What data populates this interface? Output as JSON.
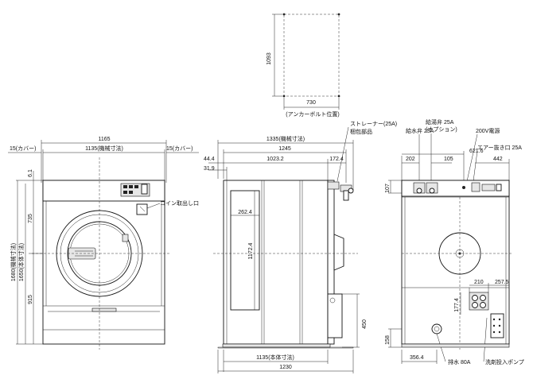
{
  "anchor": {
    "width": "730",
    "depth": "1093",
    "caption": "(アンカーボルト位置)"
  },
  "front": {
    "overall_width": "1165",
    "machine_width": "1135(機械寸法)",
    "cover_left": "15(カバー)",
    "cover_right": "15(カバー)",
    "top_gap": "6.1",
    "door_center": "735",
    "lower_height": "915",
    "body_height": "1650(本体寸法)",
    "machine_height": "1680(機械寸法)",
    "coin_label": "コイン取出し口"
  },
  "side": {
    "overall_depth": "1335(機械寸法)",
    "depth_1245": "1245",
    "depth_1023": "1023.2",
    "depth_172": "172.4",
    "depth_44": "44.4",
    "depth_31": "31.9",
    "panel_262": "262.4",
    "panel_1172": "1172.4",
    "height_450": "450",
    "body_width": "1135(本体寸法)",
    "base_width": "1230",
    "strainer_label": "ストレーナー(25A)",
    "packing_label": "梱包部品"
  },
  "rear": {
    "hot_water_label": "給湯弁 25A",
    "hot_water_option": "(オプション)",
    "cold_water_label": "給水弁 25A",
    "power_label": "200V電源",
    "air_label": "エアー抜き口 25A",
    "dim_621": "621.6",
    "dim_202": "202",
    "dim_105": "105",
    "dim_442": "442",
    "dim_107": "107",
    "dim_210": "210",
    "dim_257": "257.5",
    "dim_177": "177.4",
    "dim_158": "158",
    "dim_356": "356.4",
    "drain_label": "排水 80A",
    "pump_label": "洗剤投入ポンプ"
  }
}
